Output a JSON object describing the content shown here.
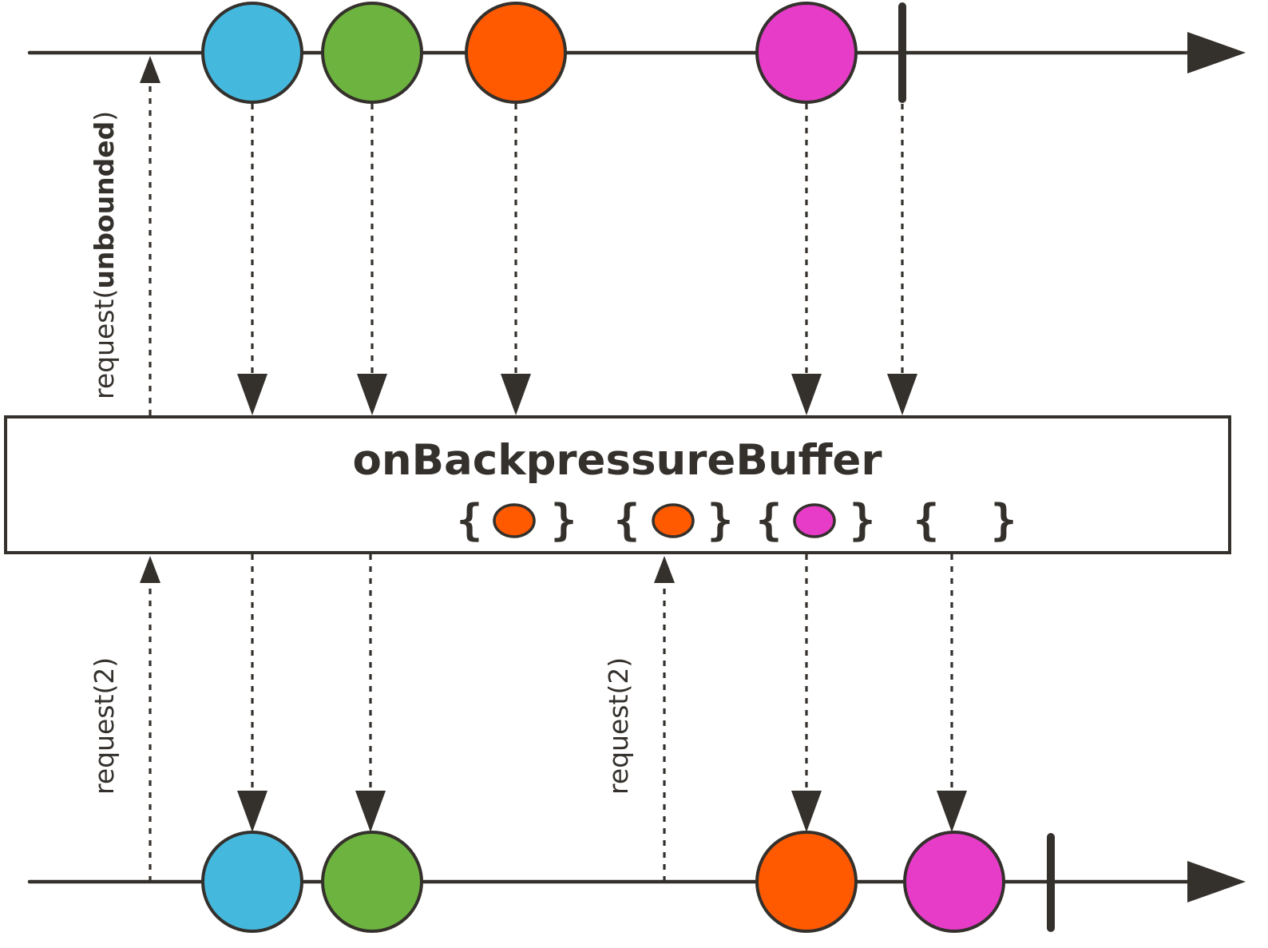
{
  "operator": {
    "name": "onBackpressureBuffer"
  },
  "requests": {
    "upstream": {
      "prefix": "request(",
      "arg": "unbounded",
      "suffix": ")"
    },
    "downstream_first": "request(2)",
    "downstream_second": "request(2)"
  },
  "buffer": {
    "open_brace": "{",
    "close_brace": "}",
    "slots": [
      {
        "item": "orange"
      },
      {
        "item": "orange"
      },
      {
        "item": "magenta"
      },
      {
        "item": "empty"
      }
    ]
  },
  "colors": {
    "blue": "#45b8dd",
    "green": "#6cb33f",
    "orange": "#ff5a00",
    "magenta": "#e63cc8",
    "ink": "#34302c"
  },
  "upstream_timeline": {
    "emissions": [
      "blue",
      "green",
      "orange",
      "magenta"
    ],
    "terminates": "complete"
  },
  "downstream_timeline": {
    "emissions": [
      "blue",
      "green",
      "orange",
      "magenta"
    ],
    "terminates": "complete"
  }
}
